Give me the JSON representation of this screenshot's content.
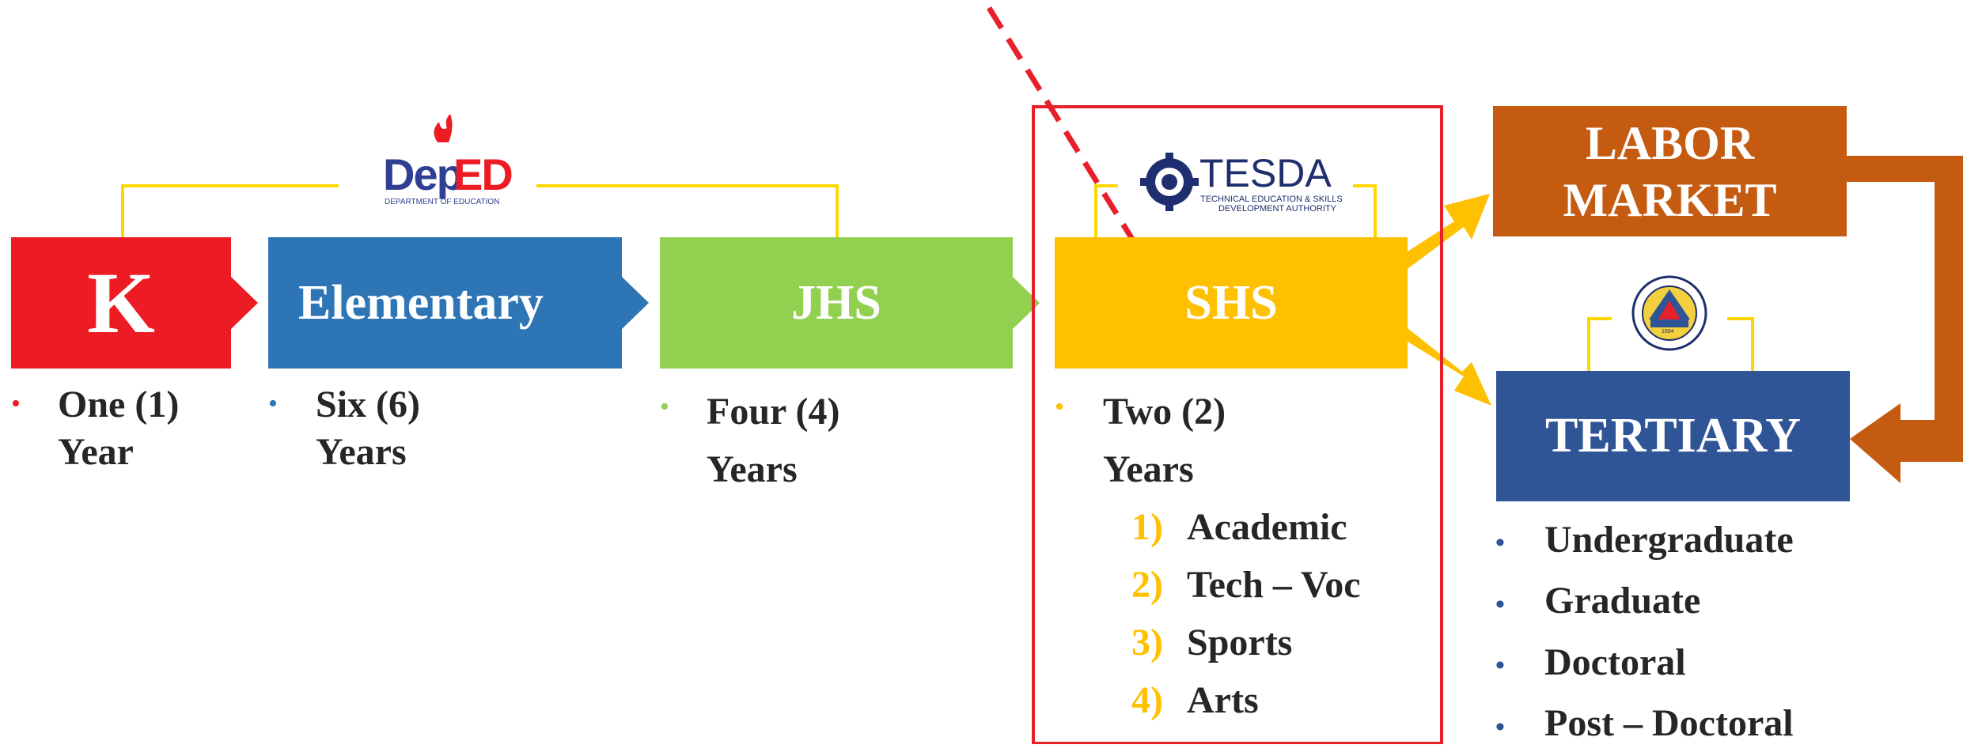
{
  "logos": {
    "deped": {
      "word_dep": "Dep",
      "word_ed": "ED",
      "sub": "DEPARTMENT OF EDUCATION"
    },
    "tesda": {
      "word": "TESDA",
      "sub1": "TECHNICAL EDUCATION & SKILLS",
      "sub2": "DEVELOPMENT AUTHORITY"
    },
    "ched": {
      "year": "1994"
    }
  },
  "stages": {
    "k": {
      "label": "K",
      "duration1": "One (1)",
      "duration2": "Year"
    },
    "elementary": {
      "label": "Elementary",
      "duration1": "Six (6)",
      "duration2": "Years"
    },
    "jhs": {
      "label": "JHS",
      "duration1": "Four (4)",
      "duration2": "Years"
    },
    "shs": {
      "label": "SHS",
      "duration1": "Two (2)",
      "duration2": "Years",
      "tracks": [
        {
          "num": "1)",
          "name": "Academic"
        },
        {
          "num": "2)",
          "name": "Tech – Voc"
        },
        {
          "num": "3)",
          "name": "Sports"
        },
        {
          "num": "4)",
          "name": "Arts"
        }
      ]
    }
  },
  "labor_market": {
    "line1": "LABOR",
    "line2": "MARKET"
  },
  "tertiary": {
    "label": "TERTIARY",
    "levels": [
      "Undergraduate",
      "Graduate",
      "Doctoral",
      "Post – Doctoral"
    ]
  },
  "colors": {
    "k": "#ed1c24",
    "elementary": "#2e75b6",
    "jhs": "#92d050",
    "shs": "#ffc000",
    "labor": "#c55a11",
    "tertiary": "#2f5597",
    "bracket": "#ffd700",
    "highlight": "#e8202a"
  }
}
